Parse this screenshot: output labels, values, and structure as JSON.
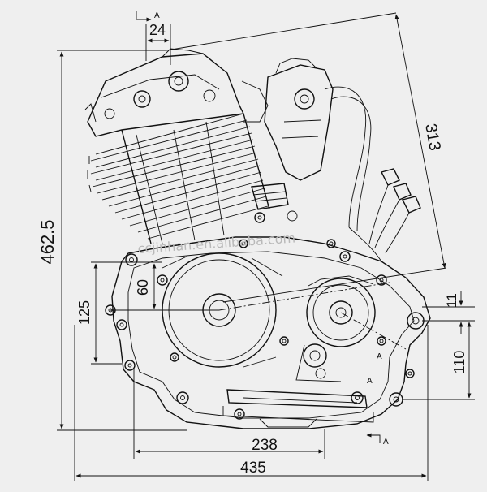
{
  "drawing": {
    "dimensions": {
      "height_total": "462.5",
      "diag_313": "313",
      "top_24": "24",
      "left_125": "125",
      "left_60": "60",
      "right_11": "11",
      "right_110": "110",
      "bottom_238": "238",
      "bottom_435": "435"
    },
    "section_marks": {
      "top": "A",
      "bottom": "A",
      "mid1": "A",
      "mid2": "A"
    },
    "watermark": "ccjinhan.en.alibaba.com"
  },
  "colors": {
    "background": "#efefef",
    "line": "#111111",
    "watermark": "#b9b9b9"
  }
}
